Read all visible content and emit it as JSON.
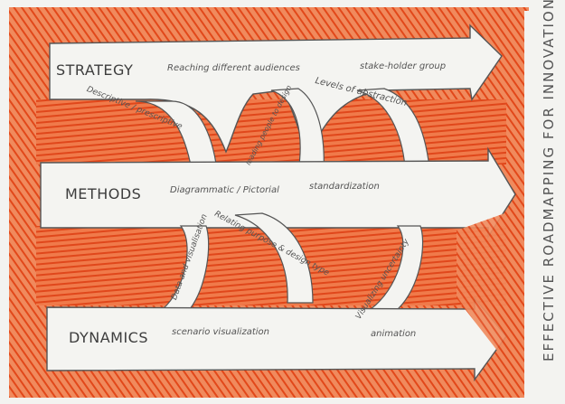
{
  "diagram": {
    "title": "EFFECTIVE ROADMAPPING FOR INNOVATION",
    "rows": [
      {
        "label": "STRATEGY"
      },
      {
        "label": "METHODS"
      },
      {
        "label": "DYNAMICS"
      }
    ],
    "notes": {
      "reaching": "Reaching different audiences",
      "stakeholder": "stake-holder group",
      "descriptive": "Descriptive / prescriptive",
      "levels": "Levels of abstraction",
      "leading": "leading people to design",
      "diagrammatic": "Diagrammatic / Pictorial",
      "standardization": "standardization",
      "relating": "Relating purpose & design type",
      "data_visual": "Data and visualisation",
      "visualizing_uncertainty": "Visualizing uncertainty",
      "scenario": "scenario visualization",
      "animation": "animation"
    },
    "colors": {
      "orange": "#e8531f",
      "paper": "#f3f3f0",
      "ink": "#4a4a4a"
    }
  }
}
